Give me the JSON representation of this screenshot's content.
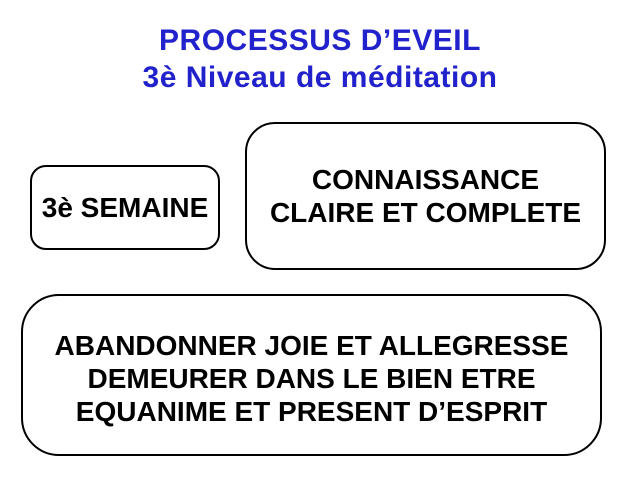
{
  "colors": {
    "background": "#ffffff",
    "title_text": "#2222cc",
    "box_text": "#000000",
    "box_border": "#000000",
    "box_fill": "#ffffff"
  },
  "title": {
    "lines": [
      "PROCESSUS D’EVEIL",
      "3è Niveau de méditation"
    ]
  },
  "boxes": [
    {
      "id": "semaine",
      "lines": [
        "3è SEMAINE"
      ]
    },
    {
      "id": "connaissance",
      "lines": [
        "CONNAISSANCE",
        "CLAIRE ET COMPLETE"
      ]
    },
    {
      "id": "abandonner",
      "lines": [
        "ABANDONNER JOIE ET ALLEGRESSE",
        "DEMEURER DANS LE BIEN ETRE",
        "EQUANIME ET PRESENT D’ESPRIT"
      ]
    }
  ]
}
